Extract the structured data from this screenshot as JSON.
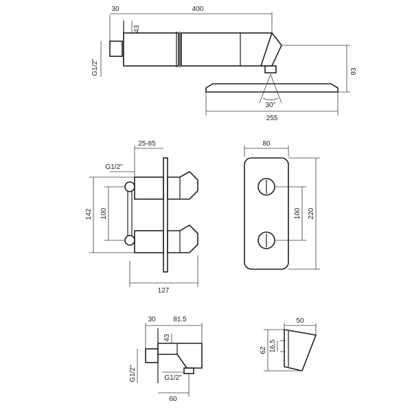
{
  "views": {
    "shower_arm": {
      "dim_wall_offset": "30",
      "dim_arm_length": "400",
      "dim_arm_height": "43",
      "dim_thread": "G1/2\"",
      "dim_total_height": "93",
      "dim_angle": "30°",
      "dim_head_width": "255"
    },
    "valve_side": {
      "dim_depth": "25-85",
      "dim_thread": "G1/2\"",
      "dim_outer_height": "142",
      "dim_inner_height": "100",
      "dim_total_depth": "127"
    },
    "valve_front": {
      "dim_width": "80",
      "dim_handle_spacing": "100",
      "dim_plate_height": "220"
    },
    "spout": {
      "dim_wall_offset": "30",
      "dim_length": "81.5",
      "dim_height": "43",
      "dim_thread_left": "G1/2\"",
      "dim_thread_bottom": "G1/2\"",
      "dim_outlet": "60"
    },
    "holder": {
      "dim_width": "50",
      "dim_height": "62",
      "dim_hole_spacing": "16,5"
    }
  }
}
